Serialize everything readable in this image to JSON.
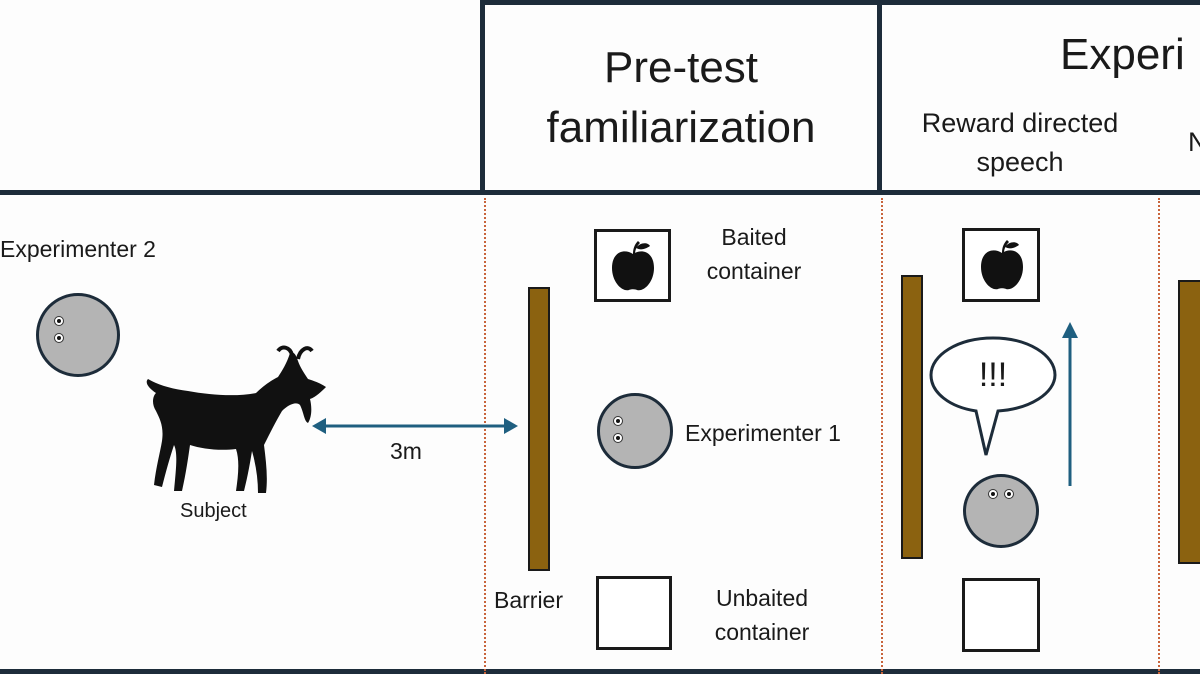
{
  "header": {
    "pretest_title": "Pre-test familiarization",
    "experimental_title": "Experi",
    "reward_condition": "Reward directed speech",
    "cut_condition": "N"
  },
  "setup": {
    "experimenter2_label": "Experimenter 2",
    "subject_label": "Subject",
    "distance_label": "3m",
    "barrier_label": "Barrier"
  },
  "pretest": {
    "baited_label": "Baited container",
    "experimenter1_label": "Experimenter 1",
    "unbaited_label": "Unbaited container"
  },
  "reward": {
    "speech_text": "!!!"
  },
  "colors": {
    "grid_lines": "#1d2c3a",
    "divider_dots": "#c8643c",
    "barrier": "#8b6210",
    "arrow": "#1f5f80",
    "experimenter": "#b4b4b4"
  },
  "icons": [
    "apple-icon",
    "goat-icon"
  ]
}
